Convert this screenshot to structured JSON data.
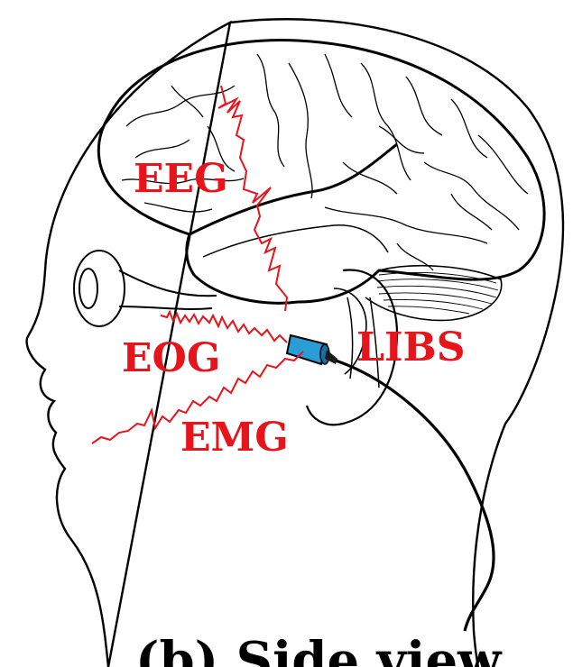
{
  "labels": {
    "eeg": "EEG",
    "eog": "EOG",
    "emg": "EMG",
    "libs": "LIBS"
  },
  "caption": "(b) Side view",
  "colors": {
    "signal": "#e8141c",
    "outline": "#000000",
    "earpiece": "#2a9cd6",
    "background": "#ffffff"
  }
}
